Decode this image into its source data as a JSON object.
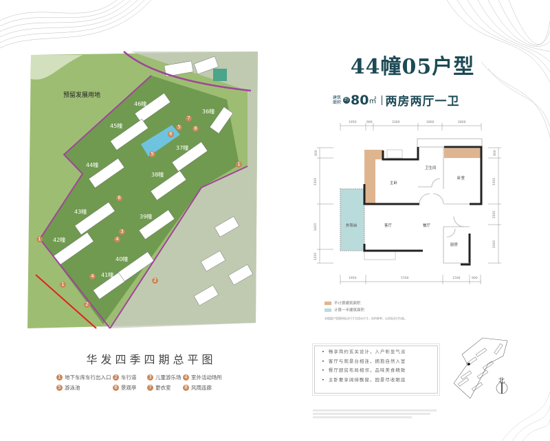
{
  "unit_title": "44幢05户型",
  "area": {
    "label_line1": "建筑",
    "label_line2": "面积",
    "about": "约",
    "value": "80",
    "unit": "㎡",
    "layout": "两房两厅一卫"
  },
  "floorplan": {
    "rooms": {
      "master_bedroom": "主卧",
      "bathroom": "卫生间",
      "bedroom": "卧室",
      "balcony": "外阳台",
      "living": "客厅",
      "dining": "餐厅",
      "kitchen": "厨房"
    },
    "dims_top": [
      "1950",
      "900",
      "3300",
      "1800",
      "2800"
    ],
    "dims_bottom": [
      "1950",
      "5700",
      "1500",
      "900"
    ],
    "dims_left": [
      "600",
      "3300",
      "3400",
      "1200"
    ],
    "dims_right": [
      "600",
      "3300",
      "1500",
      "2000"
    ],
    "key": [
      {
        "label": "不计算建筑面积",
        "color": "#dfb58f"
      },
      {
        "label": "计算一半建筑面积",
        "color": "#b9dbdc"
      }
    ],
    "note": "本楼盘户型图所标注尺寸为设计尺寸，仅供参考，以实际交付为准。"
  },
  "features": [
    "畅享简约玄关设计，入户彰显气派",
    "客厅与观景台相连，拥抱自然入室",
    "餐厅厨房布局相邻，品味美食精致",
    "主卧奢享阔绰飘窗，园景尽收眼底"
  ],
  "site_plan": {
    "title": "华发四季四期总平图",
    "reserved_land": "预留发展用地",
    "buildings": [
      "46幢",
      "45幢",
      "44幢",
      "43幢",
      "42幢",
      "41幢",
      "40幢",
      "39幢",
      "38幢",
      "37幢",
      "36幢"
    ],
    "legend": [
      {
        "num": "1",
        "label": "地下车库车行出入口"
      },
      {
        "num": "2",
        "label": "车行道"
      },
      {
        "num": "3",
        "label": "儿童游乐场"
      },
      {
        "num": "4",
        "label": "室外活动场所"
      },
      {
        "num": "5",
        "label": "游泳池"
      },
      {
        "num": "6",
        "label": "景观亭"
      },
      {
        "num": "7",
        "label": "更衣室"
      },
      {
        "num": "8",
        "label": "风雨连廊"
      }
    ],
    "badge_color": "#c9885a",
    "boundary_color": "#a0449a"
  },
  "key_plan": {
    "north_label": "北"
  }
}
